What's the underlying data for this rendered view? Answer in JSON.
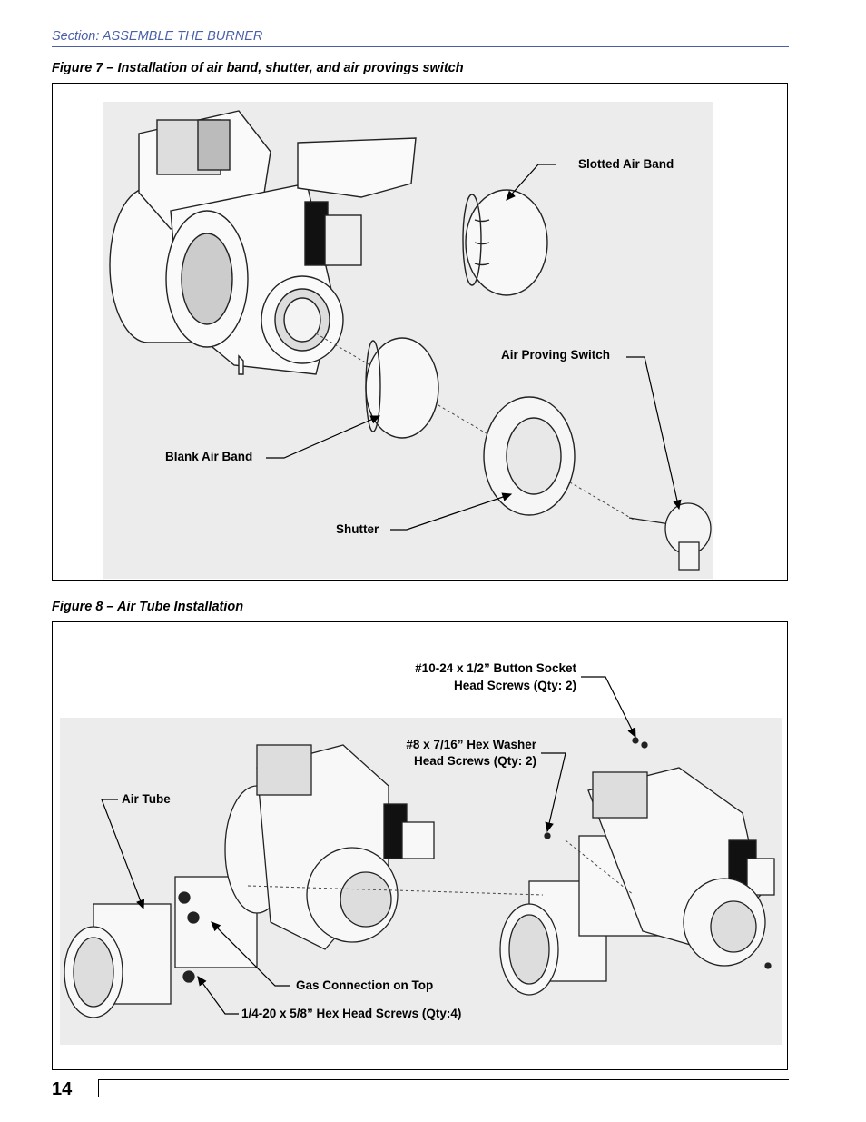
{
  "header": {
    "section": "Section: ASSEMBLE THE BURNER"
  },
  "figure7": {
    "caption": "Figure 7 – Installation of air band, shutter, and air provings switch",
    "labels": {
      "slotted_air_band": "Slotted Air Band",
      "air_proving_switch": "Air Proving Switch",
      "blank_air_band": "Blank Air Band",
      "shutter": "Shutter"
    }
  },
  "figure8": {
    "caption": "Figure 8 – Air Tube Installation",
    "labels": {
      "button_socket_line1": "#10-24 x 1/2” Button Socket",
      "button_socket_line2": "Head Screws (Qty: 2)",
      "hex_washer_line1": "#8 x 7/16” Hex Washer",
      "hex_washer_line2": "Head Screws (Qty: 2)",
      "air_tube": "Air Tube",
      "gas_connection": "Gas Connection on Top",
      "hex_head_screws": "1/4-20 x 5/8” Hex Head Screws (Qty:4)"
    }
  },
  "footer": {
    "page_number": "14"
  }
}
